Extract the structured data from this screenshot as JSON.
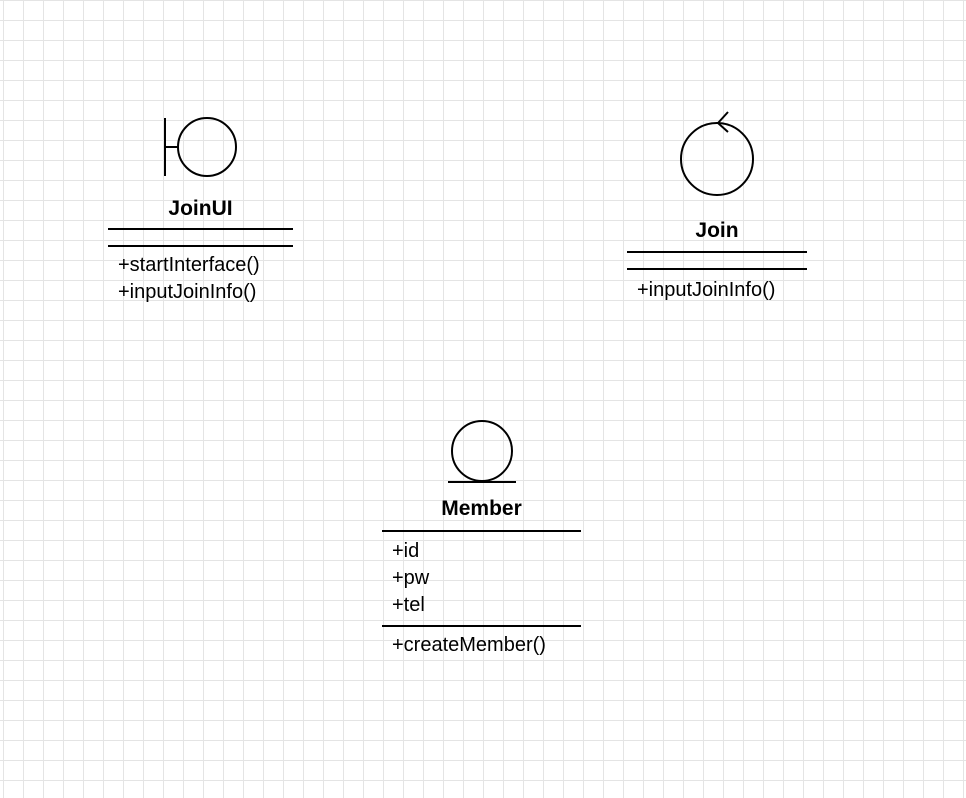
{
  "classes": {
    "joinui": {
      "name": "JoinUI",
      "stereotype_icon": "boundary-icon",
      "attributes": [],
      "operations": [
        "+startInterface()",
        "+inputJoinInfo()"
      ]
    },
    "join": {
      "name": "Join",
      "stereotype_icon": "control-icon",
      "attributes": [],
      "operations": [
        "+inputJoinInfo()"
      ]
    },
    "member": {
      "name": "Member",
      "stereotype_icon": "entity-icon",
      "attributes": [
        "+id",
        "+pw",
        "+tel"
      ],
      "operations": [
        "+createMember()"
      ]
    }
  }
}
